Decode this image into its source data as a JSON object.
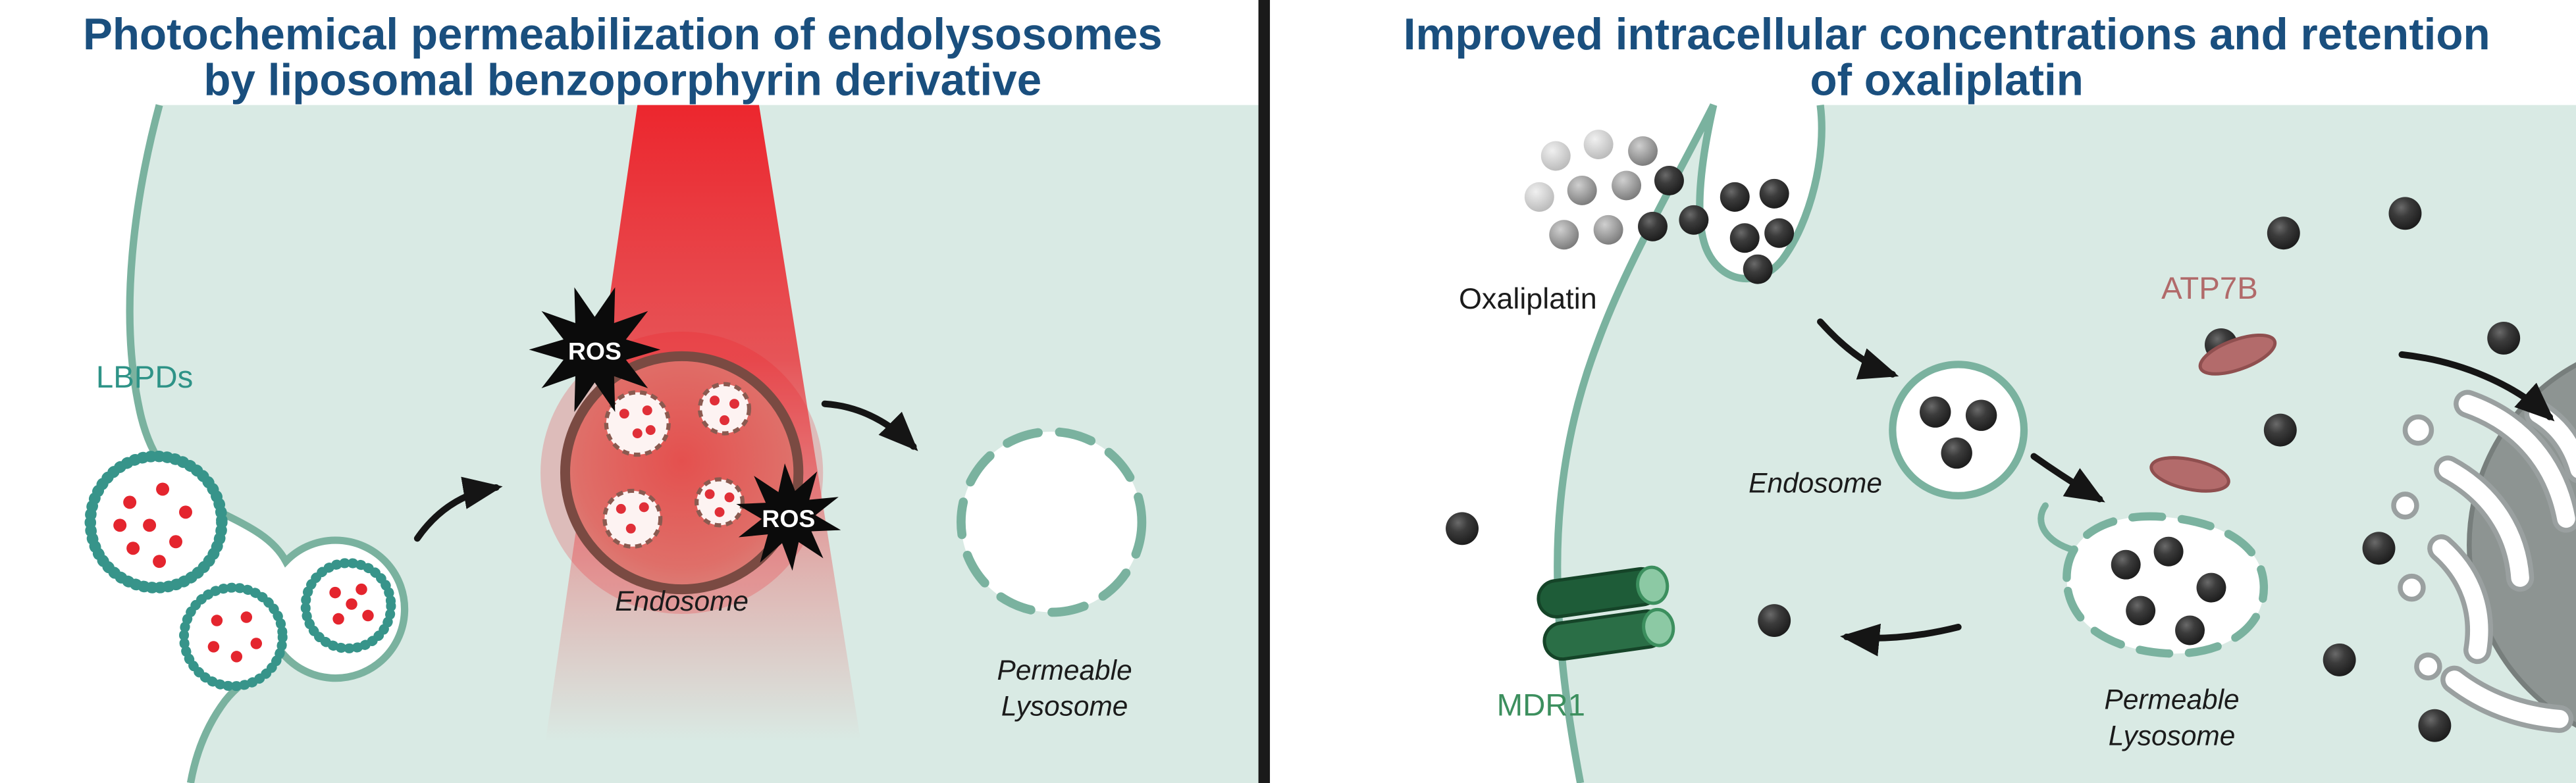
{
  "left_panel": {
    "title_line1": "Photochemical permeabilization of endolysosomes",
    "title_line2": "by liposomal benzoporphyrin derivative",
    "labels": {
      "lbpds": "LBPDs",
      "ros": "ROS",
      "endosome": "Endosome",
      "permeable_lysosome_line1": "Permeable",
      "permeable_lysosome_line2": "Lysosome"
    }
  },
  "right_panel": {
    "title_line1": "Improved intracellular concentrations and retention",
    "title_line2": "of oxaliplatin",
    "labels": {
      "oxaliplatin": "Oxaliplatin",
      "atp7b": "ATP7B",
      "endosome": "Endosome",
      "mdr1": "MDR1",
      "permeable_lysosome_line1": "Permeable",
      "permeable_lysosome_line2": "Lysosome"
    }
  },
  "colors": {
    "title_blue": "#1a4f7e",
    "cell_background": "#d9eae4",
    "membrane_teal": "#7ab29f",
    "lbpd_label_teal": "#2e9387",
    "beam_red": "#ed1c24",
    "ros_star_black": "#0b0b0b",
    "atp7b_rose": "#b16a6a",
    "mdr1_green": "#3c8f5e",
    "drug_sphere_dark": "#2a2a2a"
  }
}
